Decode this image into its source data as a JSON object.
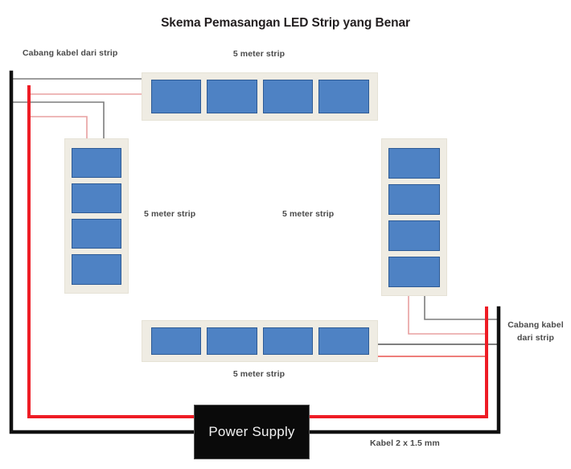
{
  "diagram": {
    "title": "Skema Pemasangan LED Strip yang Benar",
    "labels": {
      "branch_top_left": "Cabang kabel dari strip",
      "branch_right_line1": "Cabang kabel",
      "branch_right_line2": "dari strip",
      "strip_top": "5 meter strip",
      "strip_left": "5 meter strip",
      "strip_right": "5 meter strip",
      "strip_bottom": "5 meter strip",
      "cable_spec": "Kabel 2 x 1.5 mm"
    },
    "power_supply": {
      "label": "Power Supply"
    },
    "strips": [
      {
        "name": "top-strip",
        "orientation": "horizontal",
        "led_count": 4,
        "length": "5 meter strip"
      },
      {
        "name": "left-strip",
        "orientation": "vertical",
        "led_count": 4,
        "length": "5 meter strip"
      },
      {
        "name": "right-strip",
        "orientation": "vertical",
        "led_count": 4,
        "length": "5 meter strip"
      },
      {
        "name": "bottom-strip",
        "orientation": "horizontal",
        "led_count": 4,
        "length": "5 meter strip"
      }
    ],
    "colors": {
      "led_fill": "#4e82c4",
      "led_border": "#2e5b95",
      "strip_body": "#efece3",
      "positive_wire": "#ee1c25",
      "negative_wire": "#111111",
      "branch_positive": "#e8a0a0",
      "branch_negative": "#7d7d7d",
      "psu_body": "#0a0a0a",
      "text": "#4a4a4a"
    },
    "wires": {
      "main_negative": "black trunk 2 x 1.5 mm from Power Supply",
      "main_positive": "red trunk 2 x 1.5 mm from Power Supply",
      "branch_count": 8
    }
  }
}
